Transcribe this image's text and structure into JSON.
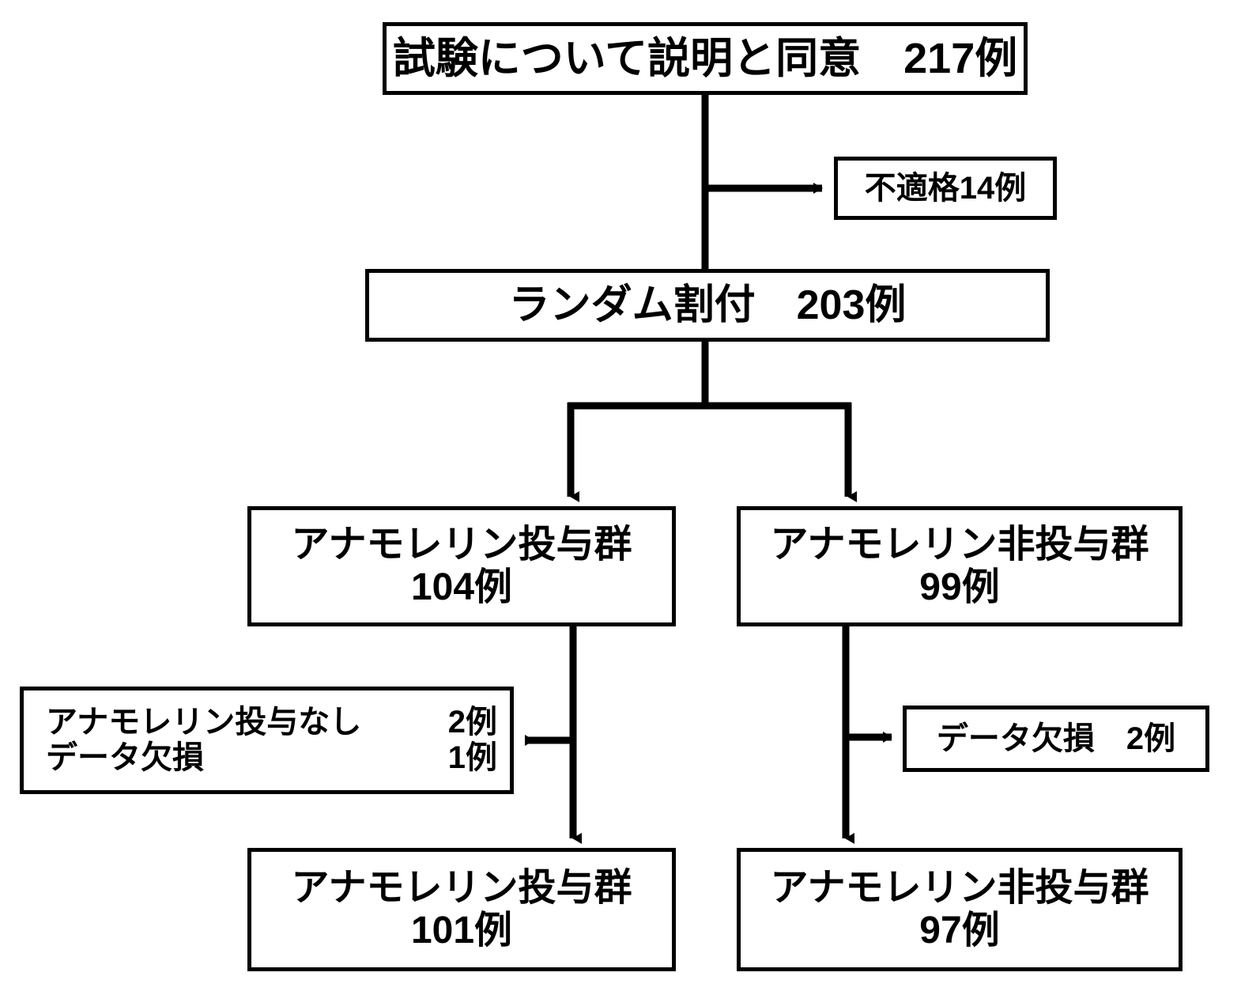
{
  "diagram": {
    "type": "consort-flow-diagram",
    "language": "ja",
    "stroke_color": "#000000",
    "background_color": "#ffffff",
    "nodes": {
      "consent": {
        "line1": "試験について説明と同意　217例",
        "label_text": "試験について説明と同意",
        "count": "217例"
      },
      "ineligible": {
        "line1": "不適格14例",
        "label_text": "不適格",
        "count": "14例"
      },
      "randomized": {
        "line1": "ランダム割付　203例",
        "label_text": "ランダム割付",
        "count": "203例"
      },
      "arm_treated": {
        "line1": "アナモレリン投与群",
        "line2": "104例"
      },
      "arm_untreated": {
        "line1": "アナモレリン非投与群",
        "line2": "99例"
      },
      "excl_left": {
        "row1_label": "アナモレリン投与なし",
        "row1_count": "2例",
        "row2_label": "データ欠損",
        "row2_count": "1例"
      },
      "excl_right": {
        "line1": "データ欠損　2例",
        "label_text": "データ欠損",
        "count": "2例"
      },
      "final_treated": {
        "line1": "アナモレリン投与群",
        "line2": "101例"
      },
      "final_untreated": {
        "line1": "アナモレリン非投与群",
        "line2": "97例"
      }
    },
    "flow_counts": {
      "consented": 217,
      "ineligible": 14,
      "randomized": 203,
      "allocated_treated": 104,
      "allocated_untreated": 99,
      "excluded_treated_no_drug": 2,
      "excluded_treated_missing_data": 1,
      "excluded_untreated_missing_data": 2,
      "analyzed_treated": 101,
      "analyzed_untreated": 97
    }
  }
}
